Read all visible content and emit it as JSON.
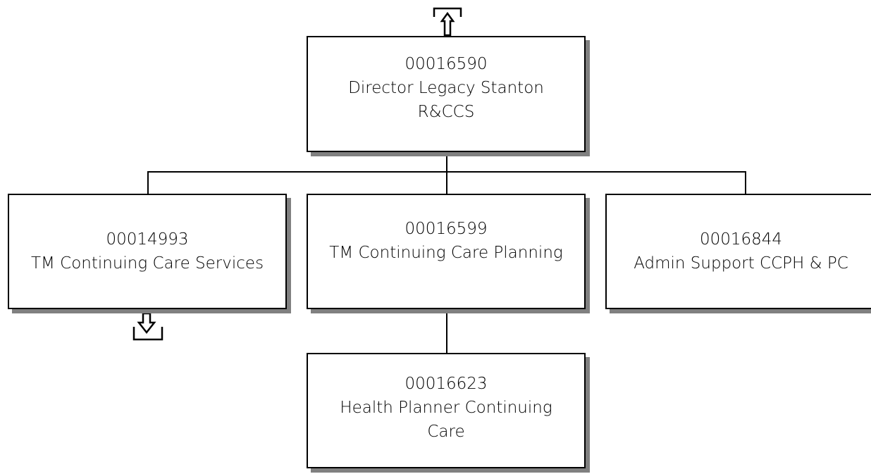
{
  "nodes": {
    "director": {
      "id": "00016590",
      "title_line1": "Director Legacy Stanton",
      "title_line2": "R&CCS"
    },
    "services": {
      "id": "00014993",
      "title": "TM Continuing Care Services"
    },
    "planning": {
      "id": "00016599",
      "title": "TM Continuing Care Planning"
    },
    "admin": {
      "id": "00016844",
      "title": "Admin Support CCPH & PC"
    },
    "health_planner": {
      "id": "00016623",
      "title_line1": "Health Planner Continuing",
      "title_line2": "Care"
    }
  },
  "icons": {
    "up": "navigate-up-icon",
    "down": "navigate-down-icon"
  },
  "colors": {
    "border": "#000000",
    "shadow": "#808080",
    "background": "#ffffff"
  }
}
